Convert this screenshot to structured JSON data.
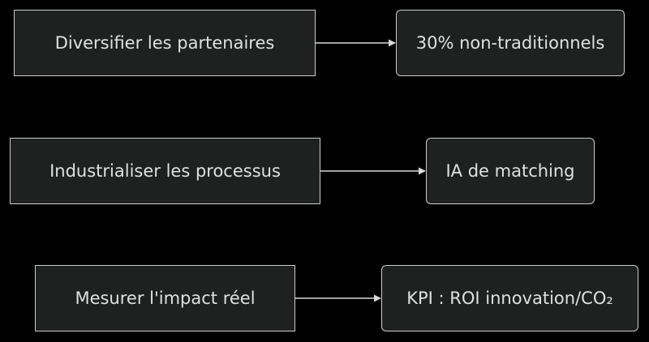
{
  "diagram": {
    "rows": [
      {
        "goal": "Diversifier les partenaires",
        "outcome": "30% non-traditionnels"
      },
      {
        "goal": "Industrialiser les processus",
        "outcome": "IA de matching"
      },
      {
        "goal": "Mesurer l'impact réel",
        "outcome": "KPI : ROI innovation/CO₂"
      }
    ]
  },
  "colors": {
    "background": "#000000",
    "node_fill": "#1f2020",
    "node_border": "#cccccc",
    "text": "#e0e0e0",
    "edge": "#d9d9d9"
  }
}
